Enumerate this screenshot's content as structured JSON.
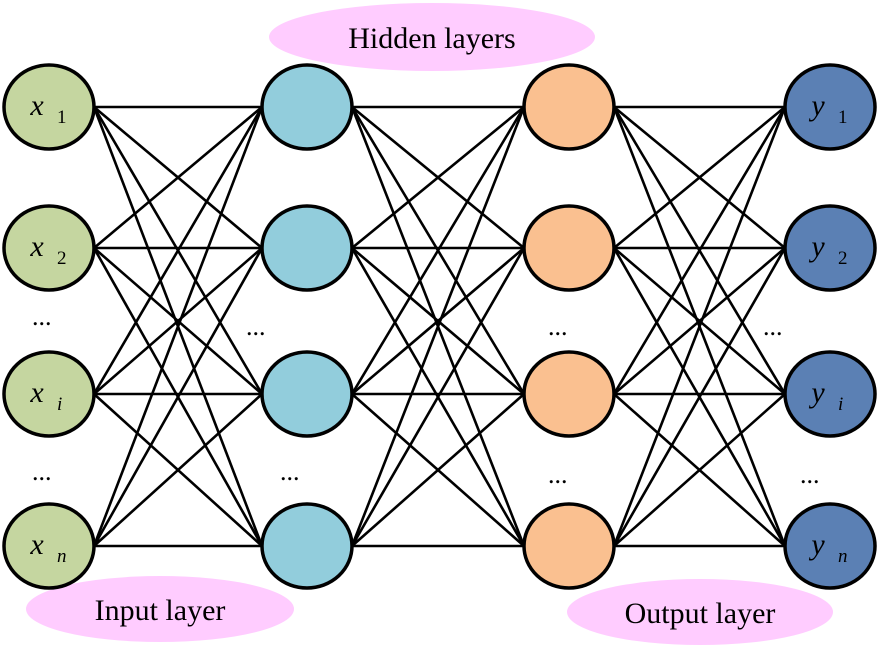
{
  "labels": {
    "hidden": "Hidden layers",
    "input": "Input layer",
    "output": "Output layer"
  },
  "ellipsis": "...",
  "colors": {
    "input": "#c5d6a0",
    "hidden1": "#92cddc",
    "hidden2": "#fac090",
    "output": "#5b80b4",
    "label_bg": "#ffccff",
    "edge": "#000000"
  },
  "layers": [
    {
      "name": "input",
      "nodes": [
        {
          "var": "x",
          "sub": "1"
        },
        {
          "var": "x",
          "sub": "2"
        },
        {
          "var": "x",
          "sub": "i"
        },
        {
          "var": "x",
          "sub": "n"
        }
      ]
    },
    {
      "name": "hidden1",
      "nodes": [
        {
          "var": "",
          "sub": ""
        },
        {
          "var": "",
          "sub": ""
        },
        {
          "var": "",
          "sub": ""
        },
        {
          "var": "",
          "sub": ""
        }
      ]
    },
    {
      "name": "hidden2",
      "nodes": [
        {
          "var": "",
          "sub": ""
        },
        {
          "var": "",
          "sub": ""
        },
        {
          "var": "",
          "sub": ""
        },
        {
          "var": "",
          "sub": ""
        }
      ]
    },
    {
      "name": "output",
      "nodes": [
        {
          "var": "y",
          "sub": "1"
        },
        {
          "var": "y",
          "sub": "2"
        },
        {
          "var": "y",
          "sub": "i"
        },
        {
          "var": "y",
          "sub": "n"
        }
      ]
    }
  ]
}
